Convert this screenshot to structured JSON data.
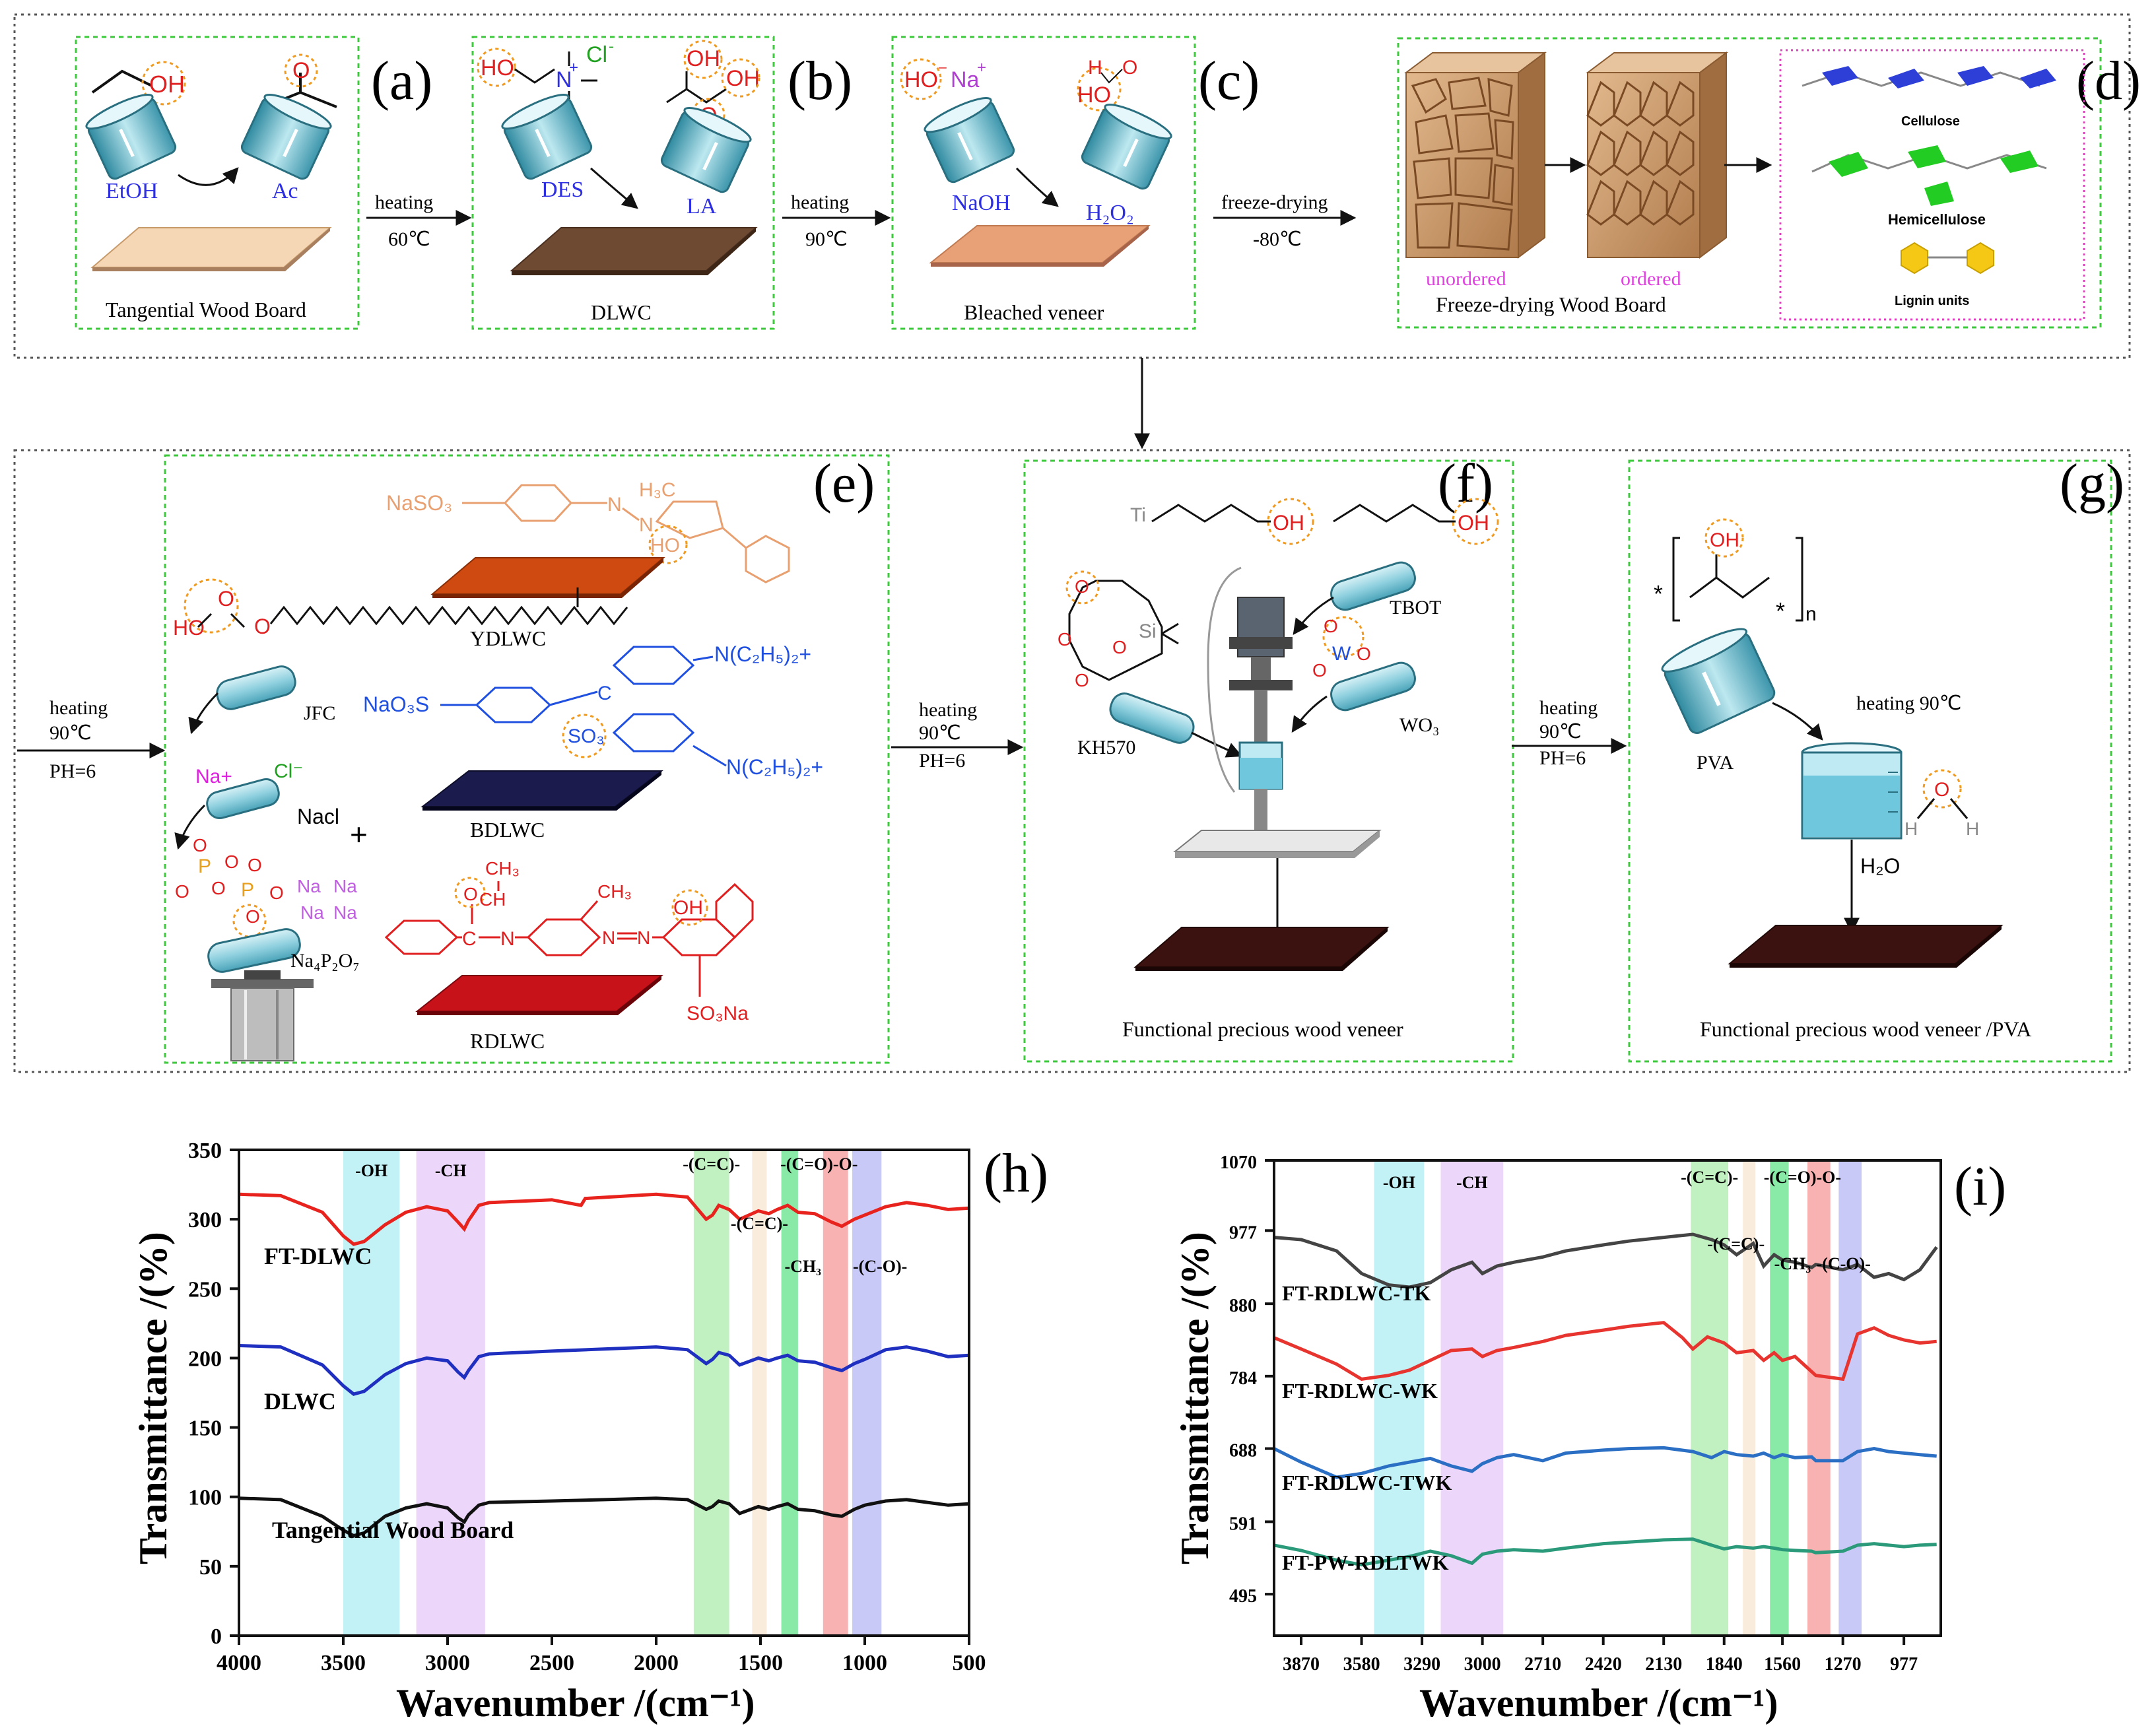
{
  "panels": {
    "a": {
      "letter": "(a)",
      "reagent1": "EtOH",
      "reagent2": "Ac",
      "product": "Tangential Wood Board",
      "group1": "OH",
      "group2": "O"
    },
    "b": {
      "letter": "(b)",
      "reagent1": "DES",
      "reagent2": "LA",
      "product": "DLWC",
      "ion": "Cl",
      "plus": "+",
      "ho": "HO",
      "n": "N",
      "oh1": "OH",
      "oh2": "OH",
      "o": "O"
    },
    "c": {
      "letter": "(c)",
      "reagent1": "NaOH",
      "reagent2": "H₂O₂",
      "product": "Bleached veneer",
      "ho": "HO",
      "minus": "⁻",
      "na": "Na",
      "plus": "+",
      "h": "H",
      "o1": "O",
      "ho2": "HO"
    },
    "d": {
      "letter": "(d)",
      "unordered": "unordered",
      "ordered": "ordered",
      "caption": "Freeze-drying Wood Board",
      "cellulose": "Cellulose",
      "hemicellulose": "Hemicellulose",
      "lignin": "Lignin units"
    },
    "e": {
      "letter": "(e)",
      "jfc": "JFC",
      "nacl": "Nacl",
      "plus_sign": "+",
      "na_plus": "Na+",
      "cl_minus": "Cl⁻",
      "na4p2o7": "Na₄P₂O₇",
      "ydlwc": "YDLWC",
      "bdlwc": "BDLWC",
      "rdlwc": "RDLWC",
      "yellow_naso3": "NaSO₃",
      "yellow_h3c": "H₃C",
      "yellow_n1": "N",
      "yellow_n2": "N",
      "yellow_ho": "HO",
      "blue_naso3": "NaO₃S",
      "blue_so3": "SO₃",
      "blue_c": "C",
      "blue_nr1": "N(C₂H₅)₂+",
      "blue_nr2": "N(C₂H₅)₂+",
      "red_ch3a": "CH₃",
      "red_ch": "CH",
      "red_ch3b": "CH₃",
      "red_oh": "OH",
      "red_c": "C",
      "red_n": "N",
      "red_o": "O",
      "red_so3na": "SO₃Na",
      "red_n1": "N",
      "red_n2": "N",
      "jfc_ho": "HO",
      "jfc_o1": "O",
      "jfc_o2": "O",
      "p_o1": "O",
      "p_o2": "O",
      "p_o3": "O",
      "p_o4": "O",
      "p_o5": "O",
      "p_o6": "O",
      "p_o7": "O",
      "p1": "P",
      "p2": "P",
      "na_a": "Na",
      "na_b": "Na",
      "na_c": "Na",
      "na_d": "Na"
    },
    "f": {
      "letter": "(f)",
      "tbot": "TBOT",
      "wo3": "WO₃",
      "kh570": "KH570",
      "caption": "Functional precious wood veneer",
      "ti": "Ti",
      "oh1": "OH",
      "oh2": "OH",
      "si": "Si",
      "w": "W",
      "o1": "O",
      "o2": "O",
      "o3": "O",
      "o4": "O",
      "o5": "O",
      "o6": "O",
      "o7": "O",
      "o8": "O"
    },
    "g": {
      "letter": "(g)",
      "pva": "PVA",
      "heating": "heating 90℃",
      "h2o": "H₂O",
      "caption": "Functional precious wood veneer /PVA",
      "oh": "OH",
      "star1": "*",
      "star2": "*",
      "n": "n",
      "o": "O",
      "h1": "H",
      "h2": "H"
    }
  },
  "arrows": {
    "ab": {
      "top": "heating",
      "bottom": "60℃"
    },
    "bc": {
      "top": "heating",
      "bottom": "90℃"
    },
    "cd": {
      "top": "freeze-drying",
      "bottom": "-80℃"
    },
    "in_e": {
      "l1": "heating",
      "l2": "90℃",
      "l3": "PH=6"
    },
    "ef": {
      "l1": "heating",
      "l2": "90℃",
      "l3": "PH=6"
    },
    "fg": {
      "l1": "heating",
      "l2": "90℃",
      "l3": "PH=6"
    }
  },
  "chart_h": {
    "letter": "(h)",
    "xlabel": "Wavenumber /(cm⁻¹)",
    "ylabel": "Transmittance /(%)",
    "xticks": [
      "4000",
      "3500",
      "3000",
      "2500",
      "2000",
      "1500",
      "1000",
      "500"
    ],
    "yticks": [
      "0",
      "50",
      "100",
      "150",
      "200",
      "250",
      "300",
      "350"
    ],
    "bands": [
      {
        "label": "-OH"
      },
      {
        "label": "-CH"
      },
      {
        "label": "-(C=C)-"
      },
      {
        "label": "-(C=C)-"
      },
      {
        "label": "-CH₃"
      },
      {
        "label": "-(C=O)-O-"
      },
      {
        "label": "-(C-O)-"
      }
    ],
    "series_labels": [
      "FT-DLWC",
      "DLWC",
      "Tangential Wood Board"
    ]
  },
  "chart_i": {
    "letter": "(i)",
    "xlabel": "Wavenumber /(cm⁻¹)",
    "ylabel": "Transmittance /(%)",
    "xticks": [
      "3870",
      "3580",
      "3290",
      "3000",
      "2710",
      "2420",
      "2130",
      "1840",
      "1560",
      "1270",
      "977"
    ],
    "yticks": [
      "495",
      "591",
      "688",
      "784",
      "880",
      "977",
      "1070"
    ],
    "bands": [
      {
        "label": "-OH"
      },
      {
        "label": "-CH"
      },
      {
        "label": "-(C=C)-"
      },
      {
        "label": "-(C=C)-"
      },
      {
        "label": "-CH₃"
      },
      {
        "label": "-(C=O)-O-"
      },
      {
        "label": "-(C-O)-"
      }
    ],
    "series_labels": [
      "FT-RDLWC-TK",
      "FT-RDLWC-WK",
      "FT-RDLWC-TWK",
      "FT-PW-RDLTWK"
    ]
  },
  "chart_data": [
    {
      "type": "line",
      "xlabel": "Wavenumber /(cm⁻¹)",
      "ylabel": "Transmittance /(%)",
      "xlim": [
        4000,
        500
      ],
      "ylim": [
        0,
        350
      ],
      "grid": false,
      "colors": {
        "FT-DLWC": "#e8231e",
        "DLWC": "#1f2fbf",
        "Tangential Wood Board": "#111111"
      },
      "series": [
        {
          "name": "FT-DLWC",
          "x": [
            4000,
            3800,
            3600,
            3500,
            3450,
            3400,
            3300,
            3200,
            3100,
            3000,
            2950,
            2920,
            2900,
            2850,
            2800,
            2500,
            2360,
            2340,
            2000,
            1850,
            1760,
            1730,
            1700,
            1650,
            1600,
            1510,
            1460,
            1420,
            1370,
            1320,
            1240,
            1160,
            1110,
            1050,
            1000,
            900,
            800,
            700,
            600,
            500
          ],
          "y": [
            318,
            317,
            305,
            288,
            282,
            284,
            296,
            305,
            309,
            306,
            298,
            293,
            299,
            310,
            312,
            314,
            310,
            315,
            318,
            316,
            300,
            303,
            310,
            307,
            300,
            306,
            304,
            307,
            310,
            305,
            304,
            298,
            295,
            300,
            303,
            309,
            312,
            310,
            307,
            308
          ]
        },
        {
          "name": "DLWC",
          "x": [
            4000,
            3800,
            3600,
            3500,
            3450,
            3400,
            3300,
            3200,
            3100,
            3000,
            2950,
            2920,
            2900,
            2850,
            2800,
            2500,
            2000,
            1850,
            1760,
            1730,
            1700,
            1650,
            1600,
            1510,
            1460,
            1420,
            1370,
            1320,
            1240,
            1160,
            1110,
            1050,
            1000,
            900,
            800,
            700,
            600,
            500
          ],
          "y": [
            209,
            208,
            195,
            180,
            174,
            176,
            188,
            196,
            200,
            198,
            190,
            186,
            191,
            201,
            203,
            205,
            208,
            206,
            196,
            199,
            204,
            202,
            195,
            200,
            198,
            200,
            202,
            198,
            197,
            193,
            191,
            196,
            199,
            206,
            208,
            205,
            201,
            202
          ]
        },
        {
          "name": "Tangential Wood Board",
          "x": [
            4000,
            3800,
            3600,
            3500,
            3450,
            3400,
            3300,
            3200,
            3100,
            3000,
            2950,
            2920,
            2900,
            2850,
            2800,
            2500,
            2000,
            1850,
            1760,
            1730,
            1700,
            1650,
            1600,
            1510,
            1460,
            1420,
            1370,
            1320,
            1240,
            1160,
            1110,
            1050,
            1000,
            900,
            800,
            700,
            600,
            500
          ],
          "y": [
            99,
            98,
            86,
            76,
            72,
            74,
            86,
            92,
            95,
            92,
            85,
            82,
            87,
            94,
            96,
            97,
            99,
            98,
            91,
            93,
            97,
            95,
            88,
            93,
            91,
            93,
            95,
            91,
            90,
            87,
            86,
            91,
            94,
            97,
            98,
            96,
            94,
            95
          ]
        }
      ]
    },
    {
      "type": "line",
      "xlabel": "Wavenumber /(cm⁻¹)",
      "ylabel": "Transmittance /(%)",
      "xlim": [
        4000,
        800
      ],
      "ylim": [
        440,
        1070
      ],
      "grid": false,
      "colors": {
        "FT-RDLWC-TK": "#444444",
        "FT-RDLWC-WK": "#e8342e",
        "FT-RDLWC-TWK": "#2b6fc4",
        "FT-PW-RDLTWK": "#2a9a7a"
      },
      "series": [
        {
          "name": "FT-RDLWC-TK",
          "x": [
            4000,
            3870,
            3700,
            3580,
            3450,
            3350,
            3250,
            3150,
            3050,
            3000,
            2930,
            2850,
            2710,
            2600,
            2420,
            2300,
            2130,
            1990,
            1900,
            1840,
            1780,
            1700,
            1650,
            1600,
            1560,
            1500,
            1420,
            1400,
            1270,
            1200,
            1120,
            1050,
            977,
            900,
            820
          ],
          "y": [
            968,
            965,
            950,
            920,
            905,
            902,
            908,
            925,
            935,
            920,
            930,
            935,
            942,
            950,
            958,
            963,
            968,
            972,
            965,
            958,
            945,
            960,
            930,
            945,
            938,
            935,
            928,
            932,
            925,
            932,
            915,
            920,
            912,
            925,
            955
          ]
        },
        {
          "name": "FT-RDLWC-WK",
          "x": [
            4000,
            3870,
            3700,
            3580,
            3450,
            3350,
            3250,
            3150,
            3050,
            3000,
            2930,
            2850,
            2710,
            2600,
            2420,
            2300,
            2130,
            2040,
            1990,
            1920,
            1840,
            1780,
            1700,
            1650,
            1600,
            1560,
            1500,
            1420,
            1400,
            1270,
            1200,
            1120,
            1050,
            977,
            900,
            820
          ],
          "y": [
            835,
            820,
            800,
            780,
            785,
            792,
            805,
            818,
            820,
            810,
            818,
            822,
            830,
            838,
            845,
            850,
            855,
            835,
            820,
            836,
            828,
            815,
            818,
            805,
            815,
            805,
            810,
            790,
            785,
            780,
            840,
            848,
            838,
            832,
            828,
            830
          ]
        },
        {
          "name": "FT-RDLWC-TWK",
          "x": [
            4000,
            3870,
            3700,
            3580,
            3450,
            3350,
            3250,
            3150,
            3050,
            3000,
            2930,
            2850,
            2710,
            2600,
            2420,
            2300,
            2130,
            1990,
            1900,
            1840,
            1780,
            1700,
            1650,
            1600,
            1560,
            1500,
            1420,
            1400,
            1270,
            1200,
            1120,
            1050,
            977,
            900,
            820
          ],
          "y": [
            688,
            670,
            650,
            655,
            665,
            670,
            675,
            665,
            658,
            668,
            676,
            680,
            672,
            682,
            686,
            688,
            689,
            684,
            676,
            684,
            680,
            678,
            682,
            676,
            680,
            676,
            677,
            672,
            672,
            684,
            688,
            684,
            682,
            680,
            678
          ]
        },
        {
          "name": "FT-PW-RDLTWK",
          "x": [
            4000,
            3870,
            3700,
            3580,
            3450,
            3350,
            3250,
            3150,
            3050,
            3000,
            2930,
            2850,
            2710,
            2600,
            2420,
            2300,
            2130,
            1990,
            1900,
            1840,
            1780,
            1700,
            1650,
            1600,
            1560,
            1500,
            1420,
            1400,
            1270,
            1200,
            1120,
            1050,
            977,
            900,
            820
          ],
          "y": [
            560,
            553,
            540,
            534,
            540,
            545,
            552,
            546,
            536,
            548,
            552,
            554,
            552,
            556,
            562,
            564,
            567,
            568,
            560,
            555,
            558,
            556,
            558,
            556,
            554,
            553,
            552,
            550,
            552,
            560,
            562,
            560,
            558,
            560,
            561
          ]
        }
      ]
    }
  ]
}
